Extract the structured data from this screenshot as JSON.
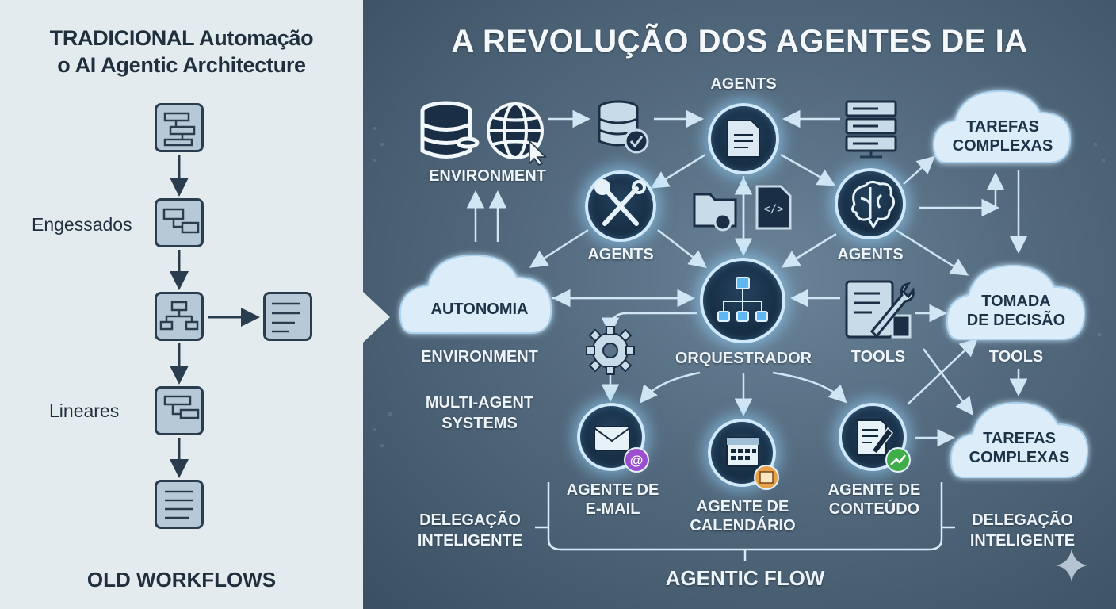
{
  "left_panel": {
    "title_line1": "TRADICIONAL Automação",
    "title_line2": "o AI Agentic Architecture",
    "label_rigid": "Engessados",
    "label_linear": "Lineares",
    "footer": "OLD WORKFLOWS"
  },
  "right_panel": {
    "title": "A REVOLUÇÃO DOS AGENTES DE IA",
    "labels": {
      "agents_top": "AGENTS",
      "environment_top": "ENVIRONMENT",
      "agents_left": "AGENTS",
      "agents_right": "AGENTS",
      "autonomia": "AUTONOMIA",
      "environment_mid": "ENVIRONMENT",
      "orquestrador": "ORQUESTRADOR",
      "tools_mid": "TOOLS",
      "tools_right": "TOOLS",
      "multi_agent_1": "MULTI-AGENT",
      "multi_agent_2": "SYSTEMS",
      "tarefas_top_1": "TAREFAS",
      "tarefas_top_2": "COMPLEXAS",
      "tomada_1": "TOMADA",
      "tomada_2": "DE DECISÃO",
      "tarefas_bot_1": "TAREFAS",
      "tarefas_bot_2": "COMPLEXAS",
      "email_1": "AGENTE DE",
      "email_2": "E-MAIL",
      "cal_1": "AGENTE DE",
      "cal_2": "CALENDÁRIO",
      "cont_1": "AGENTE DE",
      "cont_2": "CONTEÚDO",
      "deleg_left_1": "DELEGAÇÃO",
      "deleg_left_2": "INTELIGENTE",
      "deleg_right_1": "DELEGAÇÃO",
      "deleg_right_2": "INTELIGENTE",
      "flow": "AGENTIC FLOW"
    }
  },
  "icons": [
    "flowchart-icon",
    "document-icon",
    "database-icon",
    "globe-icon",
    "server-icon",
    "cloud-icon",
    "tools-icon",
    "brain-icon",
    "orchestrator-icon",
    "gear-icon",
    "email-icon",
    "calendar-icon",
    "content-edit-icon",
    "code-file-icon",
    "folder-icon",
    "sparkle-icon"
  ],
  "colors": {
    "left_bg": "#e4ebef",
    "right_bg": "#52697d",
    "node_glow": "#cfe9fb",
    "cloud_fill": "#d9ecf9",
    "dark_text": "#1f2f3d"
  }
}
